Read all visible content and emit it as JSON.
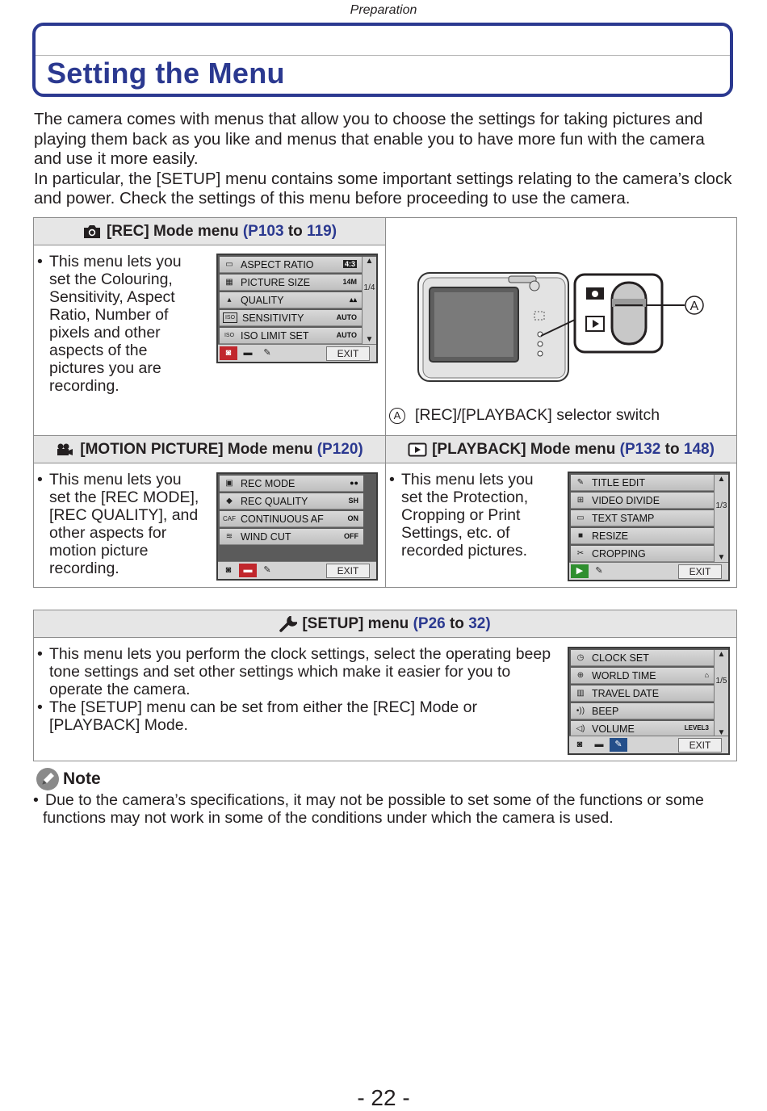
{
  "header": {
    "section": "Preparation",
    "title": "Setting the Menu"
  },
  "intro": [
    "The camera comes with menus that allow you to choose the settings for taking pictures and playing them back as you like and menus that enable you to have more fun with the camera and use it more easily.",
    "In particular, the [SETUP] menu contains some important settings relating to the camera’s clock and power. Check the settings of this menu before proceeding to use the camera."
  ],
  "rec": {
    "title": "[REC] Mode menu",
    "open": "(",
    "from": "P103",
    "to_word": "to",
    "to": "119",
    "close": ")",
    "desc": "This menu lets you set the Colouring, Sensitivity, Aspect Ratio, Number of pixels and other aspects of the pictures you are recording.",
    "menu": [
      {
        "label": "ASPECT RATIO",
        "value": "4:3"
      },
      {
        "label": "PICTURE SIZE",
        "value": "14M"
      },
      {
        "label": "QUALITY",
        "value": ""
      },
      {
        "label": "SENSITIVITY",
        "value": "AUTO"
      },
      {
        "label": "ISO LIMIT SET",
        "value": "AUTO"
      }
    ],
    "page": "1/4",
    "exit": "EXIT"
  },
  "camera": {
    "marker": "A",
    "caption": "[REC]/[PLAYBACK] selector switch"
  },
  "motion": {
    "title": "[MOTION PICTURE] Mode menu",
    "open": "(",
    "page_ref": "P120",
    "close": ")",
    "desc": "This menu lets you set the [REC MODE], [REC QUALITY], and other aspects for motion picture recording.",
    "menu": [
      {
        "label": "REC MODE",
        "value": ""
      },
      {
        "label": "REC QUALITY",
        "value": "SH"
      },
      {
        "label": "CONTINUOUS AF",
        "value": "ON"
      },
      {
        "label": "WIND CUT",
        "value": "OFF"
      }
    ],
    "exit": "EXIT"
  },
  "playback": {
    "title": "[PLAYBACK] Mode menu",
    "open": "(",
    "from": "P132",
    "to_word": "to",
    "to": "148",
    "close": ")",
    "desc": "This menu lets you set the Protection, Cropping or Print Settings, etc. of recorded pictures.",
    "menu": [
      {
        "label": "TITLE EDIT"
      },
      {
        "label": "VIDEO DIVIDE"
      },
      {
        "label": "TEXT STAMP"
      },
      {
        "label": "RESIZE"
      },
      {
        "label": "CROPPING"
      }
    ],
    "page": "1/3",
    "exit": "EXIT"
  },
  "setup": {
    "title": "[SETUP] menu",
    "open": "(",
    "from": "P26",
    "to_word": "to",
    "to": "32",
    "close": ")",
    "bullets": [
      "This menu lets you perform the clock settings, select the operating beep tone settings and set other settings which make it easier for you to operate the camera.",
      "The [SETUP] menu can be set from either the [REC] Mode or [PLAYBACK] Mode."
    ],
    "menu": [
      {
        "label": "CLOCK SET",
        "value": ""
      },
      {
        "label": "WORLD TIME",
        "value": ""
      },
      {
        "label": "TRAVEL DATE",
        "value": ""
      },
      {
        "label": "BEEP",
        "value": ""
      },
      {
        "label": "VOLUME",
        "value": "LEVEL3"
      }
    ],
    "page": "1/5",
    "exit": "EXIT"
  },
  "note": {
    "title": "Note",
    "text": "Due to the camera’s specifications, it may not be possible to set some of the functions or some functions may not work in some of the conditions under which the camera is used."
  },
  "page_number": "- 22 -"
}
